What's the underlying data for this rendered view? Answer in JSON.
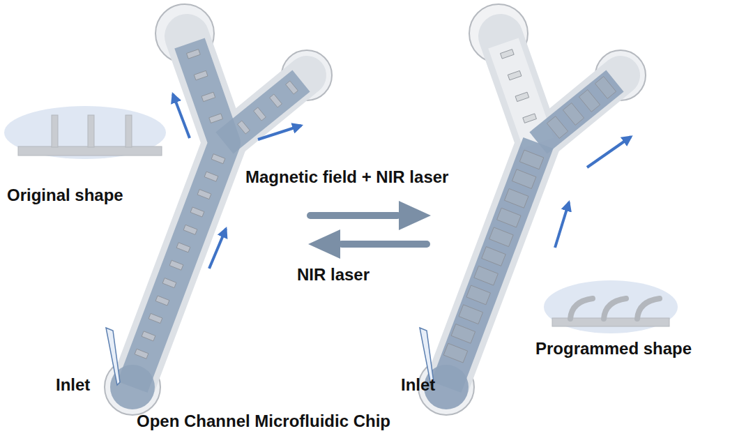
{
  "diagram": {
    "labels": [
      "Original shape",
      "Magnetic field + NIR laser",
      "NIR laser",
      "Programmed shape",
      "Inlet",
      "Inlet",
      "Open Channel Microfluidic Chip"
    ]
  }
}
